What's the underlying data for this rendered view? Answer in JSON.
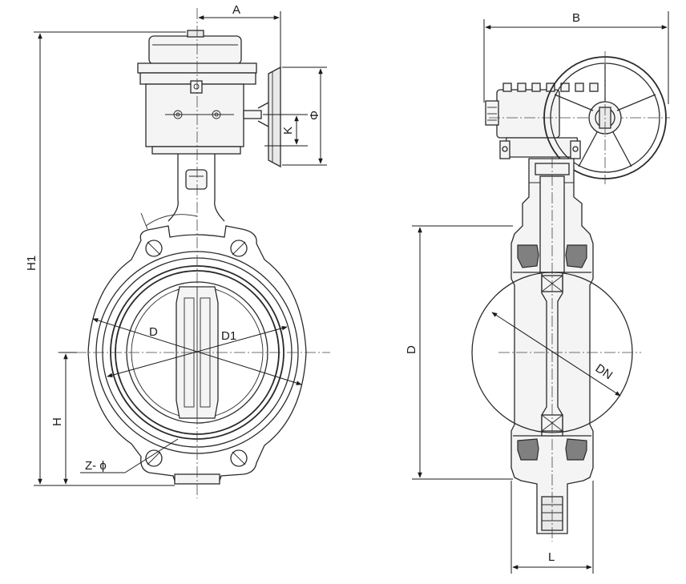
{
  "labels": {
    "front_A": "A",
    "front_H1": "H1",
    "front_H": "H",
    "front_D": "D",
    "front_D1": "D1",
    "front_K": "K",
    "front_phi": "Φ",
    "front_Zphi": "Z- ϕ",
    "side_B": "B",
    "side_D": "D",
    "side_DN": "DN",
    "side_L": "L"
  },
  "colors": {
    "line": "#2a2a2a",
    "seal_fill": "#808080",
    "background": "#ffffff"
  }
}
